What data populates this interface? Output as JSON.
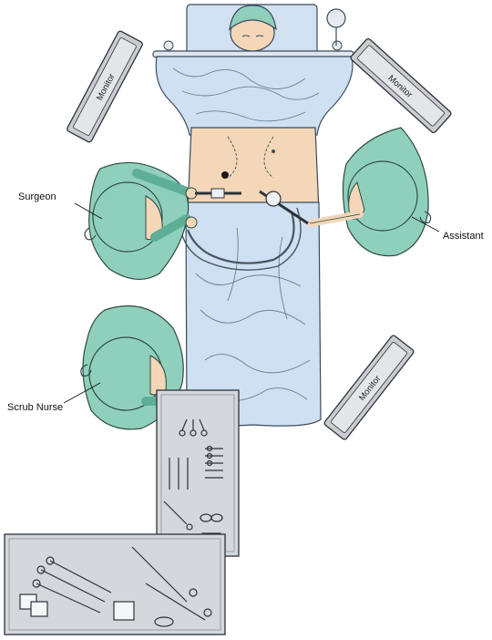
{
  "labels": {
    "surgeon": "Surgeon",
    "assistant": "Assistant",
    "scrub_nurse": "Scrub Nurse",
    "monitor": "Monitor"
  },
  "colors": {
    "drape": "#cfe0f2",
    "drape_outline": "#3b4a5c",
    "gown": "#8fd0bc",
    "gown_dark": "#5fae98",
    "skin": "#f4d7b8",
    "monitor_body": "#c9ccd0",
    "monitor_screen": "#9aa0a6",
    "tray": "#d4d8dd"
  }
}
